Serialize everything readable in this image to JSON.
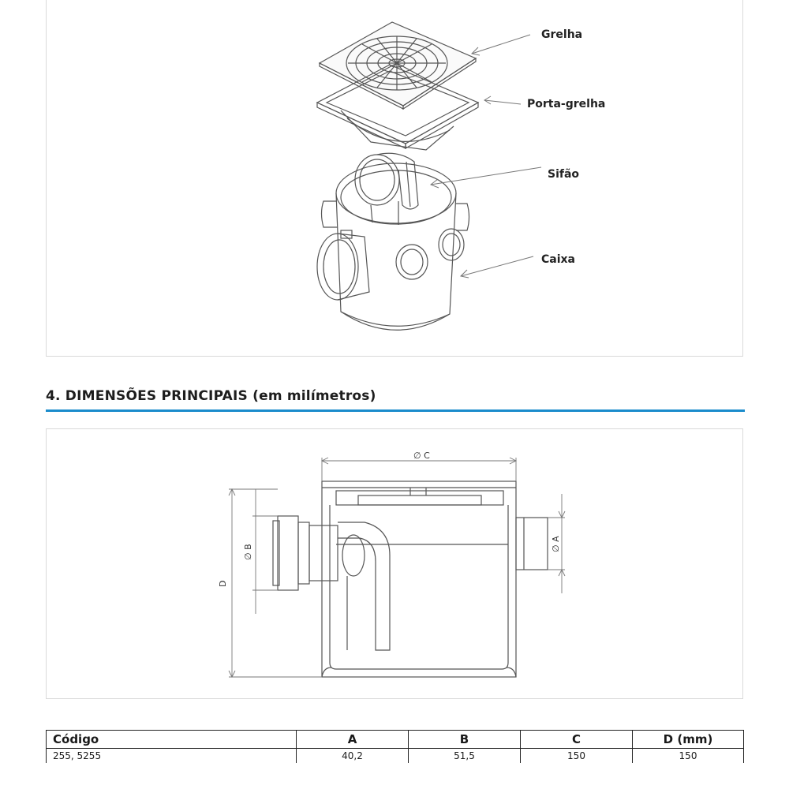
{
  "labels": {
    "grelha": "Grelha",
    "porta_grelha": "Porta-grelha",
    "sifao": "Sifão",
    "caixa": "Caixa"
  },
  "section": {
    "heading": "4.  DIMENSÕES PRINCIPAIS (em milímetros)"
  },
  "dimensions": {
    "c": "∅ C",
    "b": "∅ B",
    "a": "∅ A",
    "d": "D"
  },
  "table": {
    "headers": [
      "Código",
      "A",
      "B",
      "C",
      "D (mm)"
    ],
    "rows": [
      [
        "255, 5255",
        "40,2",
        "51,5",
        "150",
        "150"
      ]
    ]
  },
  "colors": {
    "accent_rule": "#1a8ccc",
    "drawing_line": "#555555"
  }
}
